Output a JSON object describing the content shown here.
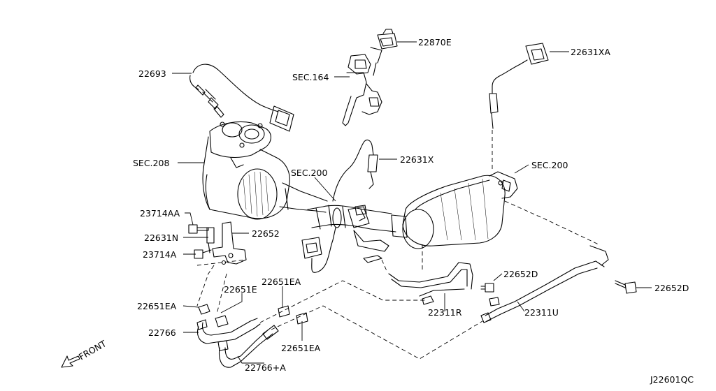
{
  "diagram_id": "J22601QC",
  "front_label": "FRONT",
  "labels": {
    "p22693": "22693",
    "p22870E": "22870E",
    "sec164": "SEC.164",
    "p22631XA": "22631XA",
    "sec208": "SEC.208",
    "p22631X": "22631X",
    "sec200_mid": "SEC.200",
    "sec200_right": "SEC.200",
    "p23714AA": "23714AA",
    "p22652": "22652",
    "p22631N": "22631N",
    "p23714A": "23714A",
    "p22651E": "22651E",
    "p22651EA_top": "22651EA",
    "p22651EA_left": "22651EA",
    "p22766": "22766",
    "p22651EA_bottom": "22651EA",
    "p22766A": "22766+A",
    "p22652D_a": "22652D",
    "p22652D_b": "22652D",
    "p22311R": "22311R",
    "p22311U": "22311U"
  }
}
